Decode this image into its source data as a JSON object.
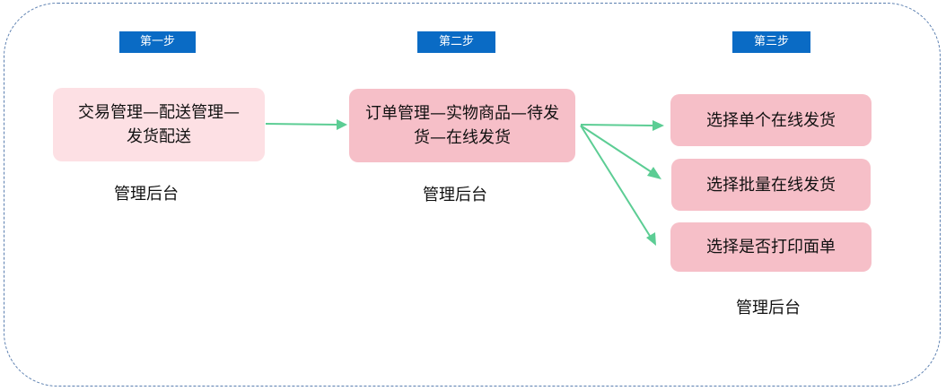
{
  "steps": [
    {
      "badge": "第一步",
      "box_text": "交易管理—配送管理—发货配送",
      "caption": "管理后台"
    },
    {
      "badge": "第二步",
      "box_text": "订单管理—实物商品—待发货—在线发货",
      "caption": "管理后台"
    },
    {
      "badge": "第三步",
      "options": [
        "选择单个在线发货",
        "选择批量在线发货",
        "选择是否打印面单"
      ],
      "caption": "管理后台"
    }
  ],
  "colors": {
    "badge": "#0a6bc5",
    "box_light": "#fde0e4",
    "box_mid": "#f6bfc8",
    "arrow": "#5ccd94",
    "border": "#5b7fb0"
  }
}
